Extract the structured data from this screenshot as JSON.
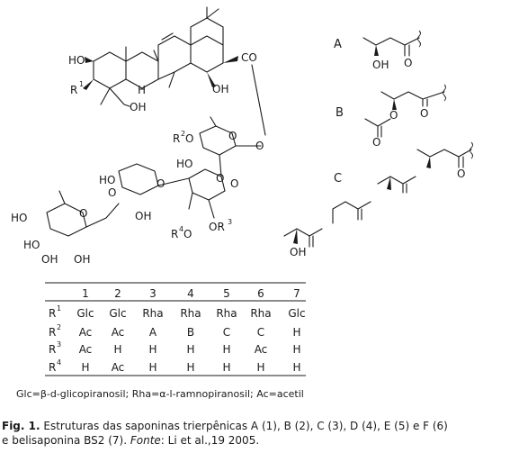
{
  "structure_labels": {
    "ho_a": "HO",
    "r1": "R",
    "r1_sup": "1",
    "h": "H",
    "oh_c_ring": "OH",
    "co": "CO",
    "ch2oh_oh": "OH",
    "r2": "R",
    "r2_sup": "2",
    "r2_o": "O",
    "ho_rha": "HO",
    "o_link1": "O",
    "o_link2": "O",
    "ho_xyl": "HO",
    "o_xyl": "O",
    "ho_rha2_a": "HO",
    "oh_xyl": "OH",
    "o_glc_link": "O",
    "ho_rha2_b": "HO",
    "oh_rha2_c": "OH",
    "oh_rha2_d": "OH",
    "r4": "R",
    "r4_sup": "4",
    "r4_o": "O",
    "r3_o": "OR",
    "r3_sup": "3",
    "o_ring_rha": "O",
    "o_ring_glc": "O",
    "o_ring_rha2": "O"
  },
  "substituents": {
    "a": {
      "letter": "A",
      "oh": "OH",
      "o": "O"
    },
    "b": {
      "letter": "B",
      "o1": "O",
      "o2": "O",
      "o3": "O"
    },
    "c": {
      "letter": "C",
      "oh": "OH",
      "o": "O"
    }
  },
  "table": {
    "headers": [
      "",
      "1",
      "2",
      "3",
      "4",
      "5",
      "6",
      "7"
    ],
    "rows": [
      {
        "label": "R",
        "sup": "1",
        "cells": [
          "Glc",
          "Glc",
          "Rha",
          "Rha",
          "Rha",
          "Rha",
          "Glc"
        ]
      },
      {
        "label": "R",
        "sup": "2",
        "cells": [
          "Ac",
          "Ac",
          "A",
          "B",
          "C",
          "C",
          "H"
        ]
      },
      {
        "label": "R",
        "sup": "3",
        "cells": [
          "Ac",
          "H",
          "H",
          "H",
          "H",
          "Ac",
          "H"
        ]
      },
      {
        "label": "R",
        "sup": "4",
        "cells": [
          "H",
          "Ac",
          "H",
          "H",
          "H",
          "H",
          "H"
        ]
      }
    ]
  },
  "legend": "Glc=β-d-glicopiranosil; Rha=α-l-ramnopiranosil; Ac=acetil",
  "caption": {
    "label": "Fig. 1.",
    "text1": " Estruturas das saponinas trierpênicas A (1), B (2), C (3), D (4), E (5) e F (6)",
    "text2a": "e belisaponina BS2 (7). ",
    "text2b": "Fonte",
    "text2c": ": Li et al.,19 2005."
  },
  "colors": {
    "ink": "#1a1a1a",
    "background": "#ffffff"
  }
}
